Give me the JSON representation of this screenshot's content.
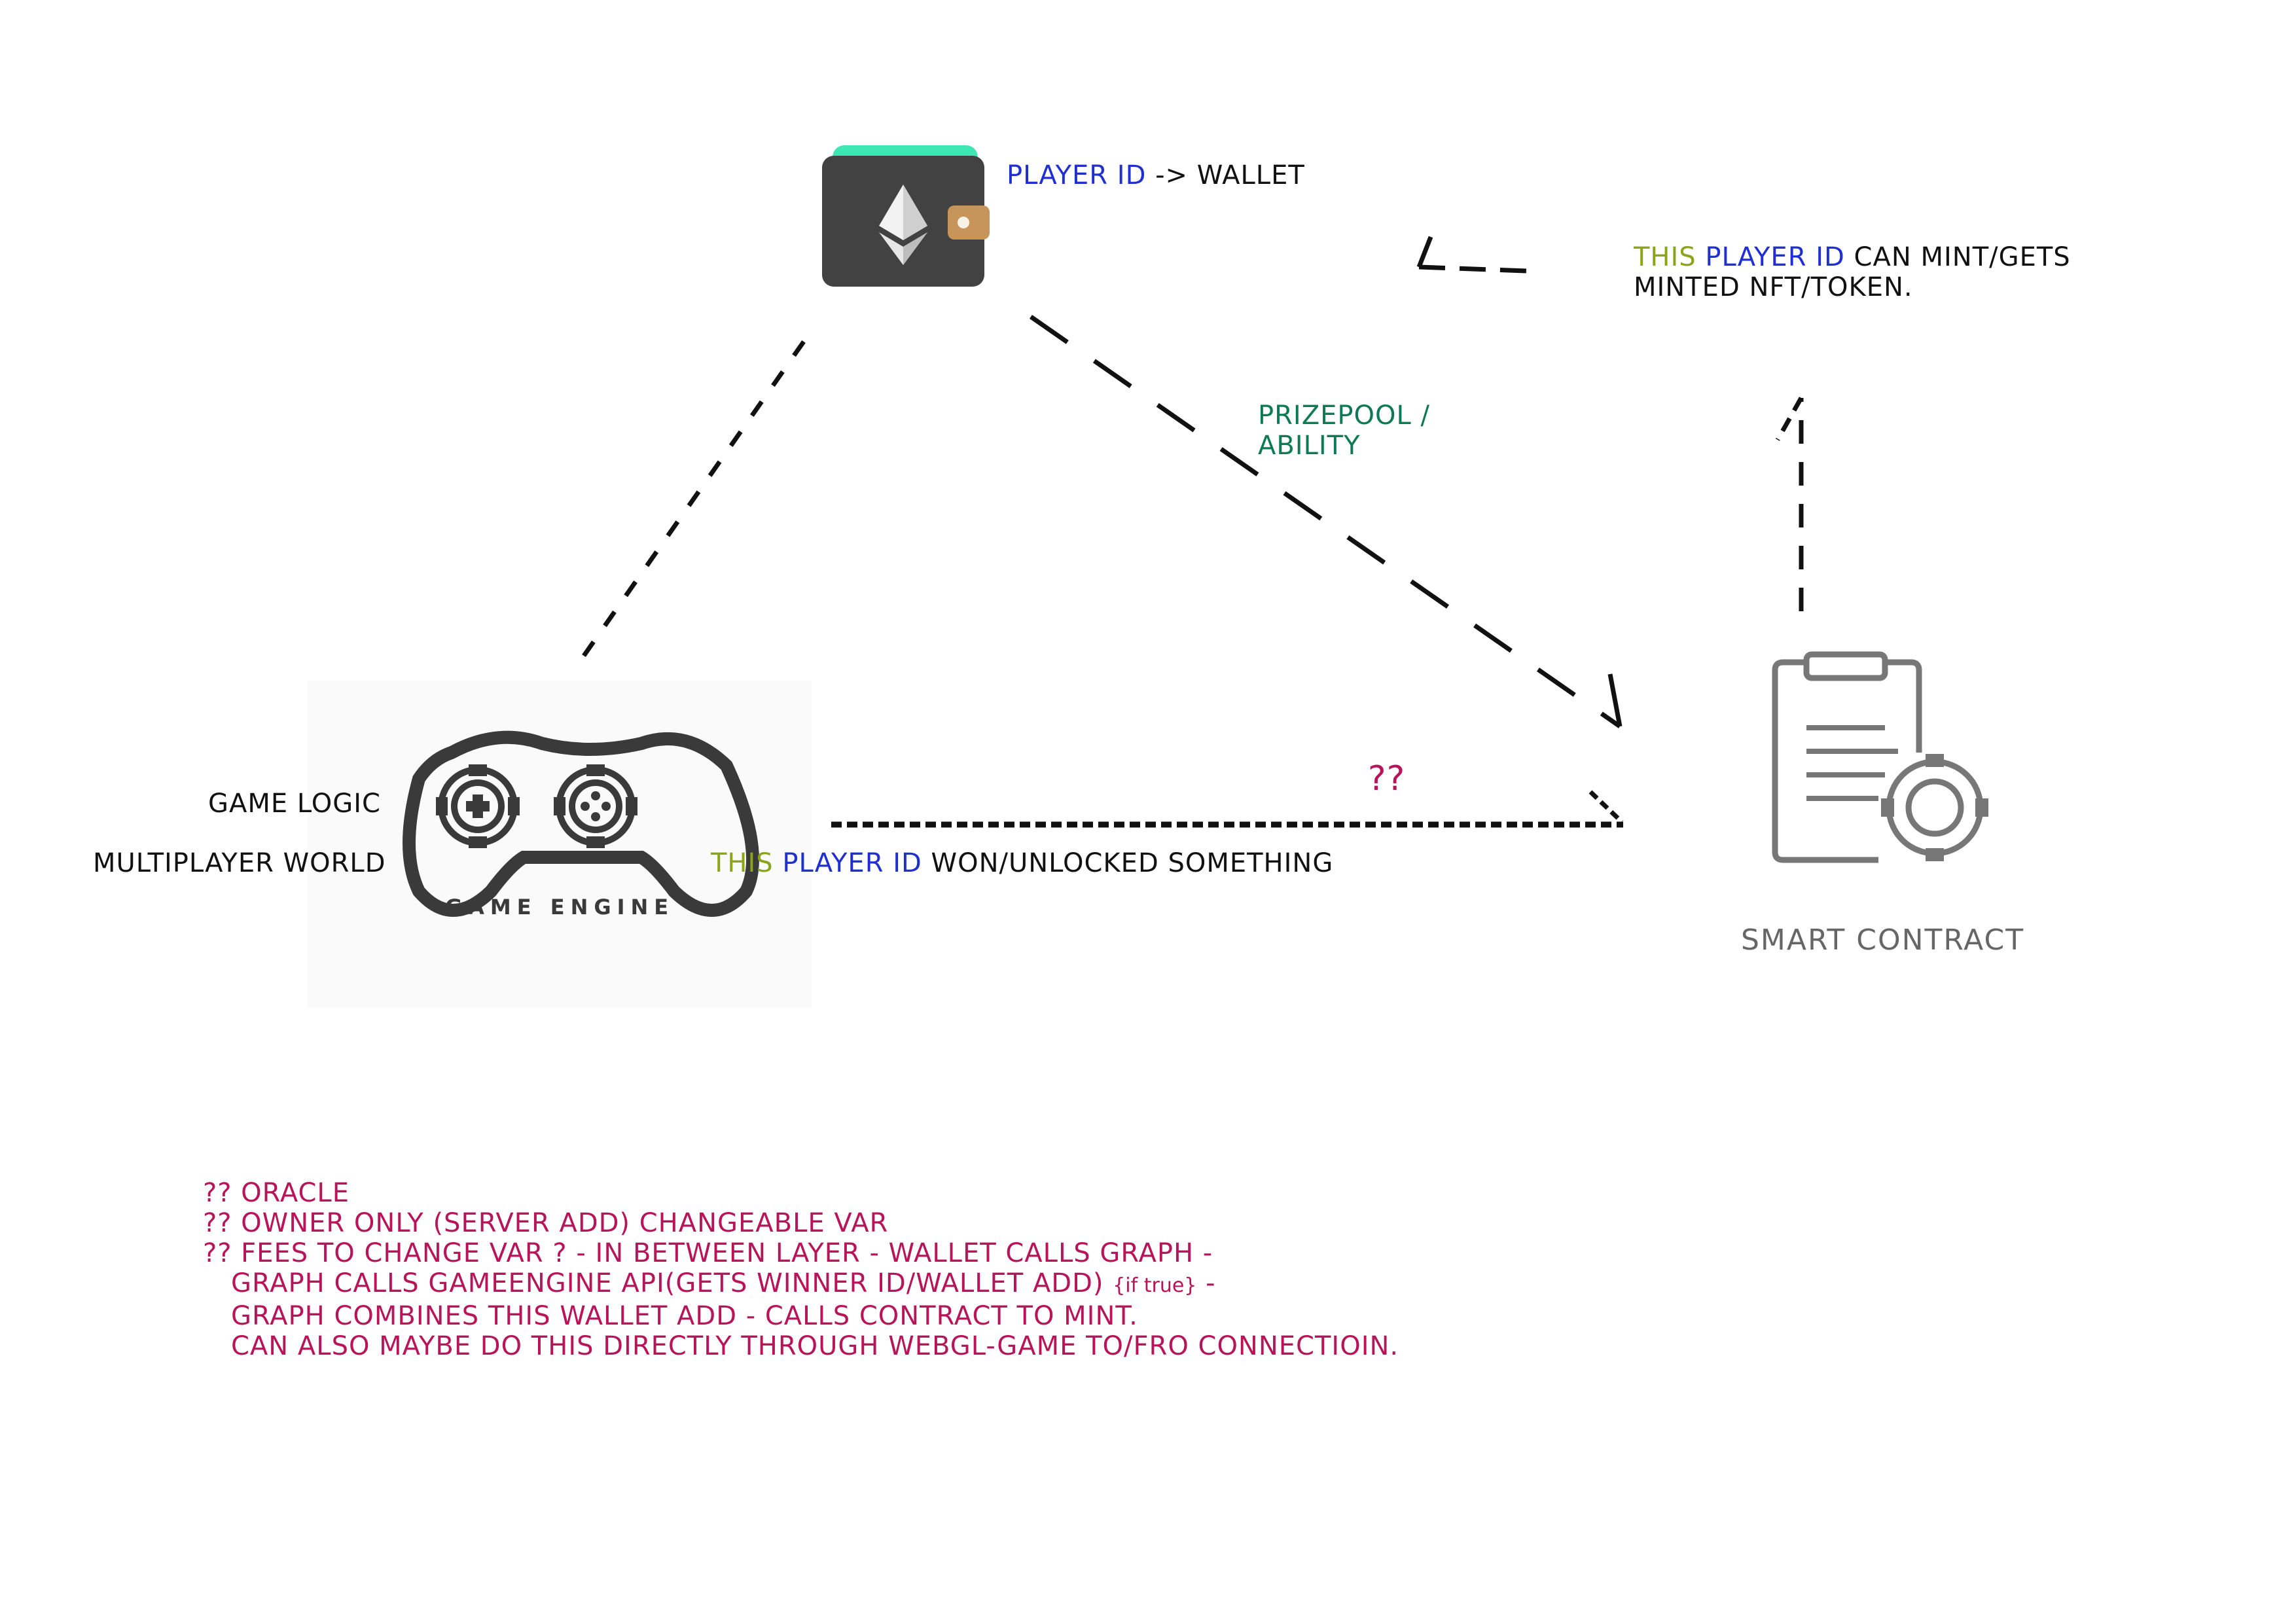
{
  "wallet": {
    "icon": "ethereum-wallet-icon",
    "label_part1": "PLAYER ID",
    "label_part2": " -> WALLET"
  },
  "mint_note": {
    "line1_part1": "THIS",
    "line1_part2": " PLAYER ID",
    "line1_part3": " CAN MINT/GETS",
    "line2": "MINTED NFT/TOKEN."
  },
  "prizepool": {
    "line1": "PRIZEPOOL /",
    "line2": "ABILITY"
  },
  "unknown_marker": "??",
  "game_engine": {
    "icon": "gamepad-gear-icon",
    "name": "GAME ENGINE",
    "label_logic": "GAME LOGIC",
    "label_world": "MULTIPLAYER WORLD"
  },
  "won_note": {
    "part1": "THIS",
    "part2": " PLAYER ID",
    "part3": " WON/UNLOCKED SOMETHING"
  },
  "smart_contract": {
    "icon": "clipboard-gear-icon",
    "label": "SMART CONTRACT"
  },
  "notes": {
    "line1": "?? ORACLE",
    "line2": "?? OWNER ONLY (SERVER ADD) CHANGEABLE VAR",
    "line3": "?? FEES TO CHANGE VAR ? - IN BETWEEN LAYER  - WALLET CALLS GRAPH -",
    "line4_main": "GRAPH CALLS GAMEENGINE API(GETS WINNER ID/WALLET ADD) ",
    "line4_small": "{if true}",
    "line4_end": " -",
    "line5": "GRAPH COMBINES THIS WALLET ADD - CALLS CONTRACT TO MINT.",
    "line6": "CAN ALSO MAYBE DO THIS DIRECTLY THROUGH WEBGL-GAME TO/FRO CONNECTIOIN."
  },
  "colors": {
    "player_id": "#1f2fd0",
    "this_word": "#8aa51a",
    "prizepool": "#0d7a55",
    "notes": "#b8145a",
    "wallet_body": "#424242",
    "wallet_top": "#3ee6b4",
    "wallet_clasp": "#c7955a",
    "contract_gray": "#777777"
  }
}
